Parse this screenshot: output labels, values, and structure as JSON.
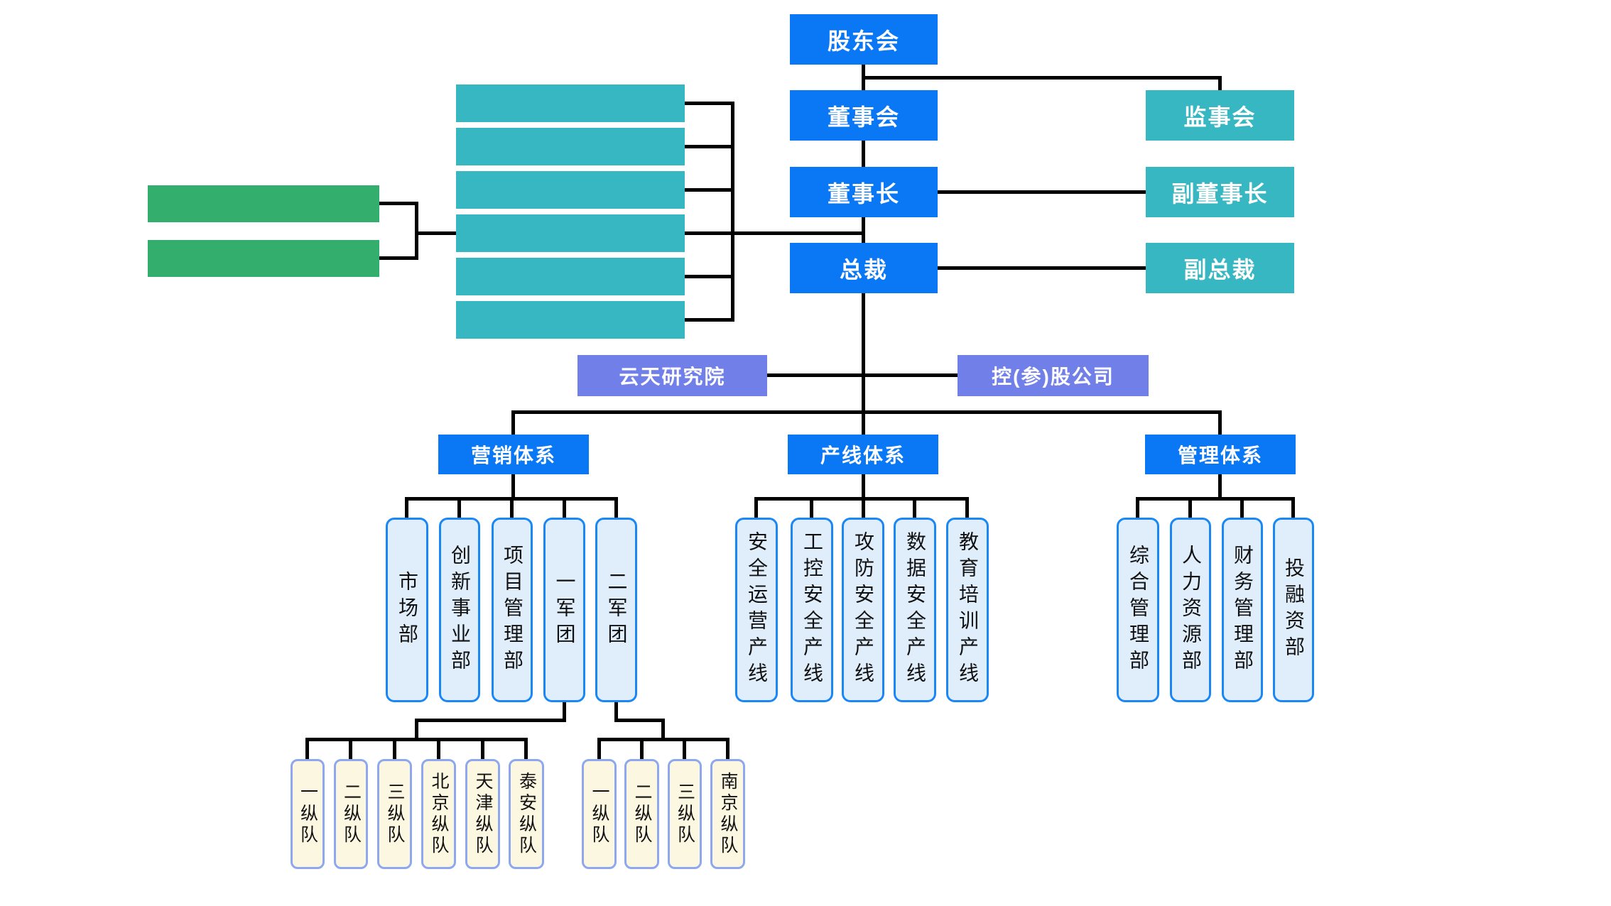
{
  "diagram": {
    "top": {
      "shareholders": "股东会",
      "board": "董事会",
      "supervisory": "监事会",
      "chairman": "董事长",
      "vice_chairman": "副董事长",
      "president": "总裁",
      "vice_president": "副总裁"
    },
    "mid": {
      "research_institute": "云天研究院",
      "holding_company": "控(参)股公司"
    },
    "systems": {
      "marketing": "营销体系",
      "product_line": "产线体系",
      "management": "管理体系"
    },
    "marketing_departments": [
      "市场部",
      "创新事业部",
      "项目管理部",
      "一军团",
      "二军团"
    ],
    "product_lines": [
      "安全运营产线",
      "工控安全产线",
      "攻防安全产线",
      "数据安全产线",
      "教育培训产线"
    ],
    "management_departments": [
      "综合管理部",
      "人力资源部",
      "财务管理部",
      "投融资部"
    ],
    "legion_one_columns": [
      "一纵队",
      "二纵队",
      "三纵队",
      "北京纵队",
      "天津纵队",
      "泰安纵队"
    ],
    "legion_two_columns": [
      "一纵队",
      "二纵队",
      "三纵队",
      "南京纵队"
    ],
    "colors": {
      "primary_blue": "#0a77f5",
      "teal": "#36b7c2",
      "green": "#34ae6c",
      "purple": "#7080e8",
      "child_fill": "#e0eefc",
      "child_border": "#1a87f7",
      "column_fill": "#fbf7e1",
      "column_border": "#8fa7ef",
      "line": "#000000"
    }
  }
}
